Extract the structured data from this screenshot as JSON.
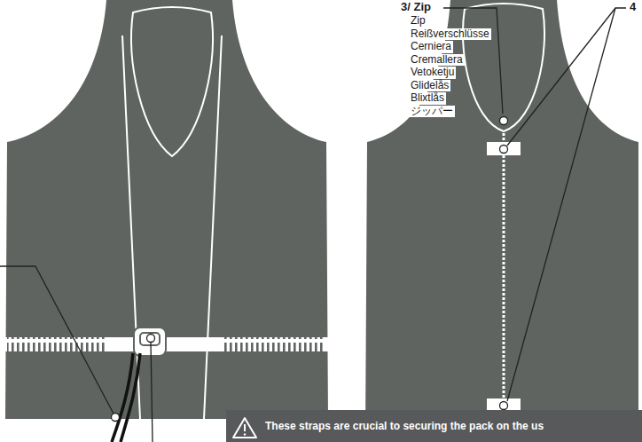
{
  "diagram": {
    "nodes": [
      {
        "text": [
          "These straps are crucial to securing the pack on the us"
        ]
      }
    ],
    "labels": [
      "3/ Zip",
      "Zip",
      "Reißverschlüsse",
      "Cerniera",
      "Cremallera",
      "Vetoketju",
      "Glidelås",
      "Blixtlås",
      "ジッパー",
      "4"
    ]
  }
}
